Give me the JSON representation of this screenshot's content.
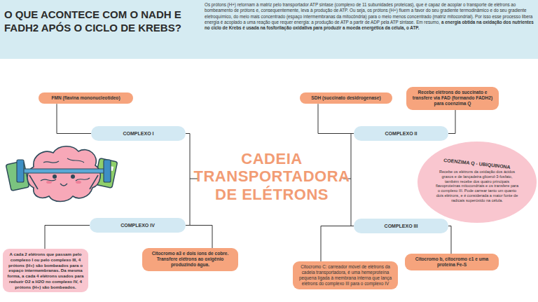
{
  "diagram": {
    "title": "O QUE ACONTECE COM O NADH E FADH2 APÓS O CICLO DE KREBS?",
    "nodes": [
      {
        "text": [
          "FMN (flavina mononucleotídeo)"
        ]
      },
      {
        "text": [
          "COMPLEXO I"
        ]
      },
      {
        "text": [
          "SDH (succinato desidrogenase)"
        ]
      },
      {
        "text": [
          "Recebe elétrons do succinato e transfere via FAD (formando FADH2) para coenzima Q"
        ]
      },
      {
        "text": [
          "COMPLEXO II"
        ]
      },
      {
        "text": [
          "COENZIMA Q - UBIQUINONA",
          "Recebe os elétrons da oxidação dos ácidos graxos e de lançadeira glicerol-3-fosfato, também recebe dos quatro principais flavoproteínas mitocondriais e os transfere para o complexo III. Pode carrear tanto um quanto dois elétrons, e é considerada a maior fonte de radicais superóxido na célula."
        ]
      },
      {
        "text": [
          "COMPLEXO IV"
        ]
      },
      {
        "text": [
          "A cada 2 elétrons que passam pelo complexo I ou pelo complexo III, 4 prótons (H+) são bombeados para o espaço intermembranas. Da mesma forma, a cada 4 elétrons usados para reduzir O2 a H2O no complexo IV, 4 prótons (H+) são bombeados."
        ]
      },
      {
        "text": [
          "Citocromo a3 e dois íons de cobre. Transfere elétrons ao oxigênio produzindo água."
        ]
      },
      {
        "text": [
          "COMPLEXO III"
        ]
      },
      {
        "text": [
          "Citocromo C: carreador móvel de elétrons da cadeia transportadora, é uma hemeproteína pequena ligada à membrana interna que lança elétrons do complexo III para o complexo IV"
        ]
      },
      {
        "text": [
          "Citocromo b, citocromo c1 e uma proteína Fe-S"
        ]
      }
    ],
    "edges": [
      {
        "from": 0,
        "to": 1,
        "arrow": "none"
      },
      {
        "from": 2,
        "to": 4,
        "arrow": "none"
      },
      {
        "from": 3,
        "to": 4,
        "arrow": "none"
      },
      {
        "from": 1,
        "to": 6,
        "arrow": "none"
      },
      {
        "from": 4,
        "to": 9,
        "arrow": "none"
      },
      {
        "from": 6,
        "to": 7,
        "arrow": "none"
      },
      {
        "from": 6,
        "to": 8,
        "arrow": "none"
      },
      {
        "from": 9,
        "to": 10,
        "arrow": "none"
      },
      {
        "from": 9,
        "to": 11,
        "arrow": "none"
      }
    ],
    "labels": [
      "Os prótons (H+) retornam à matriz pelo transportador ATP sintase (complexo de 11 subunidades proteicas), que é capaz de acoplar o transporte de elétrons ao bombeamento de prótons e, consequentemente, leva à produção de ATP. Ou seja, os prótons (H+) fluem a favor do seu gradiente termodinâmico e do seu gradiente eletroquímico, do meio mais concentrado (espaço intermembranas da mitocôndria) para o meio menos concentrado (matriz mitocondrial). Por isso esse processo libera energia é acoplado a uma reação que requer energia: a produção de ATP a partir de ADP pela ATP sintase.",
      "Em resumo,",
      "a energia obtida na oxidação dos nutrientes no ciclo de Krebs é usada na fosforilação oxidativa para produzir a moeda energética da célula, o ATP.",
      "CADEIA TRANSPORTADORA DE ELÉTRONS"
    ]
  }
}
